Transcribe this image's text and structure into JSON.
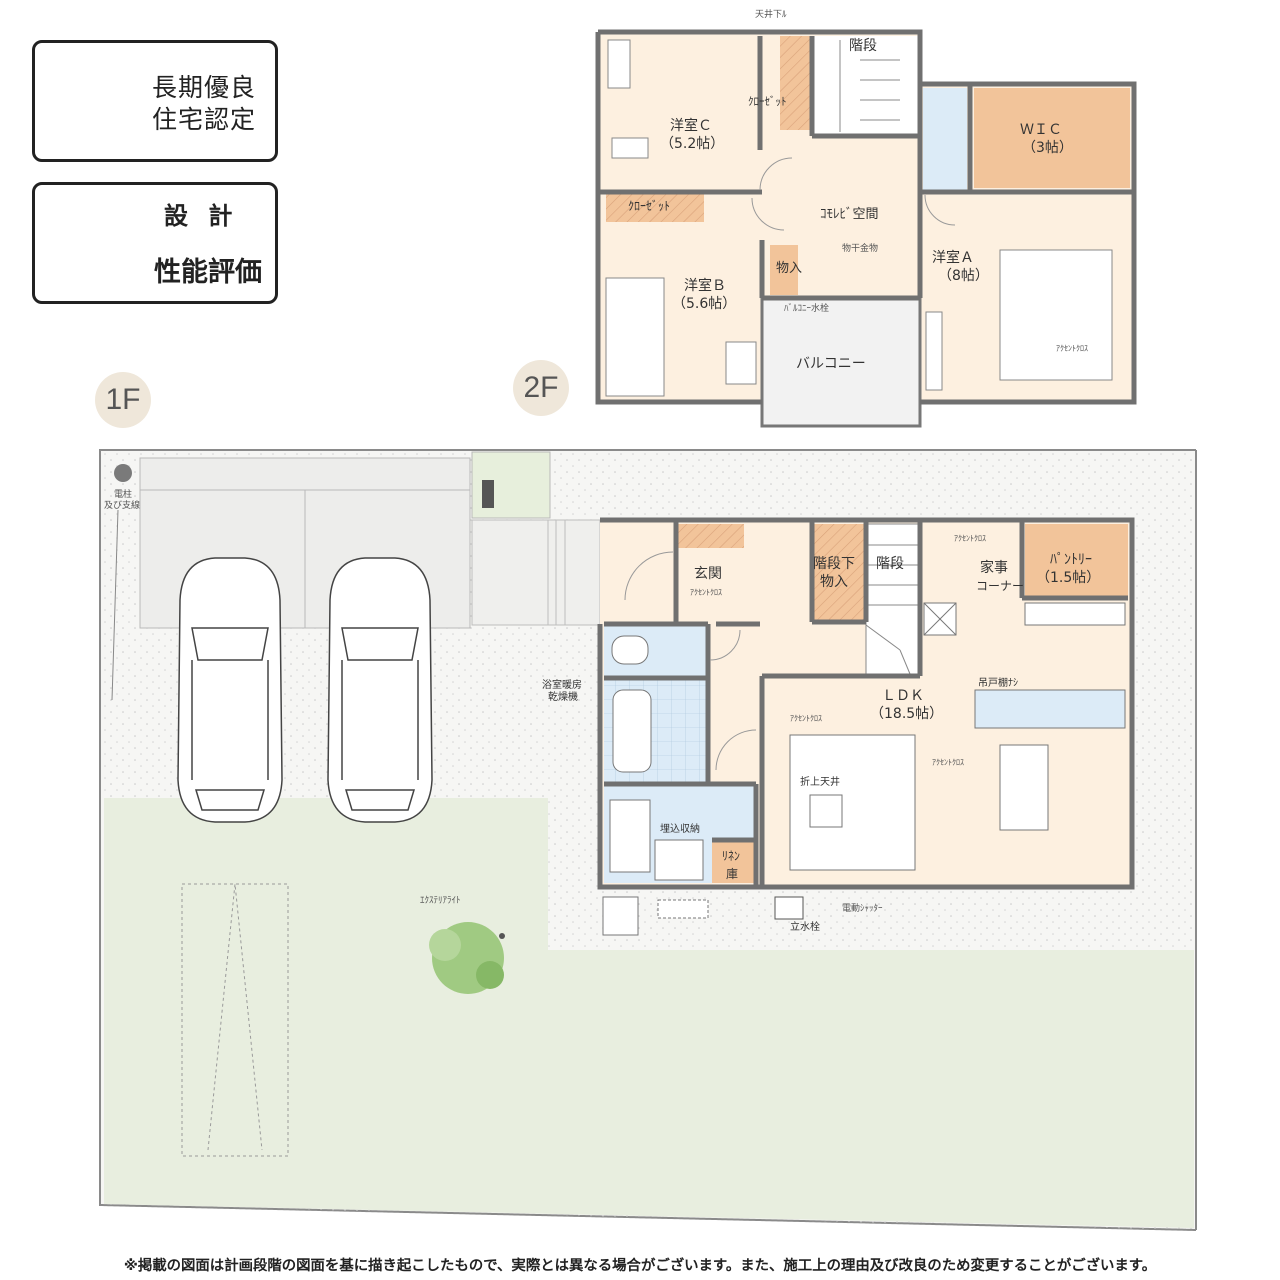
{
  "badges": {
    "long_term": {
      "line1": "長期優良",
      "line2": "住宅認定"
    },
    "performance": {
      "line1": "設 計",
      "line2": "性能評価"
    }
  },
  "floors": {
    "first": "1F",
    "second": "2F"
  },
  "second_floor": {
    "ceiling_down": "天井下ﾙ",
    "stairs": "階段",
    "closet_c": "ｸﾛｰｾﾞｯﾄ",
    "room_c": {
      "name": "洋室Ｃ",
      "size": "（5.2帖）"
    },
    "wic": {
      "name": "ＷＩＣ",
      "size": "（3帖）"
    },
    "closet_b": "ｸﾛｰｾﾞｯﾄ",
    "komorebi": "ｺﾓﾚﾋﾞ空間",
    "drying": "物干金物",
    "storage": "物入",
    "room_b": {
      "name": "洋室Ｂ",
      "size": "（5.6帖）"
    },
    "room_a": {
      "name": "洋室Ａ",
      "size": "（8帖）"
    },
    "balcony_faucet": "ﾊﾞﾙｺﾆｰ水栓",
    "balcony": "バルコニー",
    "accent": "ｱｸｾﾝﾄｸﾛｽ"
  },
  "first_floor": {
    "pole": {
      "line1": "電柱",
      "line2": "及び支線"
    },
    "entrance": "玄関",
    "entrance_accent": "ｱｸｾﾝﾄｸﾛｽ",
    "under_stairs": {
      "line1": "階段下",
      "line2": "物入"
    },
    "stairs": "階段",
    "accent_cloth": "ｱｸｾﾝﾄｸﾛｽ",
    "housework": {
      "line1": "家事",
      "line2": "コーナー"
    },
    "pantry": {
      "name": "ﾊﾟﾝﾄﾘｰ",
      "size": "（1.5帖）"
    },
    "bath_heater": {
      "line1": "浴室暖房",
      "line2": "乾燥機"
    },
    "hanging_shelf": "吊戸棚ﾅｼ",
    "ldk": {
      "name": "ＬＤＫ",
      "size": "（18.5帖）"
    },
    "accent_ldk": "ｱｸｾﾝﾄｸﾛｽ",
    "accent_left": "ｱｸｾﾝﾄｸﾛｽ",
    "folded_ceiling": "折上天井",
    "built_in": "埋込収納",
    "linen": {
      "line1": "ﾘﾈﾝ",
      "line2": "庫"
    },
    "exterior_light": "ｴｸｽﾃﾘｱﾗｲﾄ",
    "shutter": "電動ｼｬｯﾀｰ",
    "faucet": "立水栓"
  },
  "footer_note": "※掲載の図面は計画段階の図面を基に描き起こしたもので、実際とは異なる場合がございます。また、施工上の理由及び改良のため変更することがございます。",
  "colors": {
    "room_floor": "#fdf0e0",
    "storage_fill": "#f2c49a",
    "wet_fill": "#dcebf7",
    "lawn": "#e8eedf",
    "gravel": "#f4f4f2",
    "wall": "#707070",
    "tree": "#9cc77c"
  }
}
